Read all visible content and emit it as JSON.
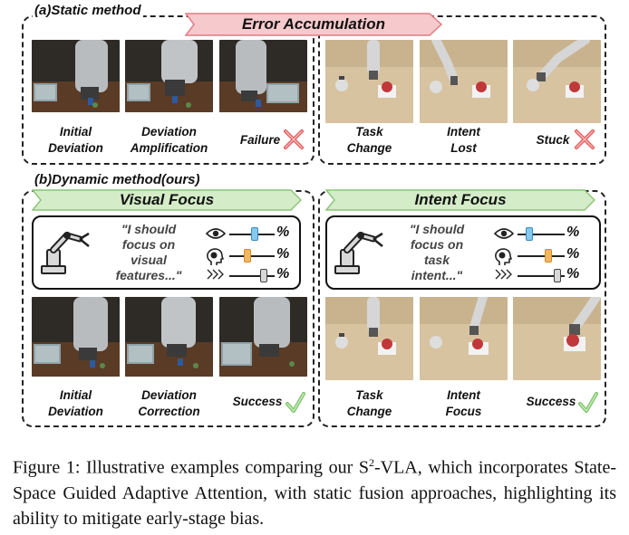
{
  "static_section": {
    "label": "(a)Static method",
    "banner": "Error Accumulation",
    "left_captions": [
      [
        "Initial",
        "Deviation"
      ],
      [
        "Deviation",
        "Amplification"
      ],
      [
        "Failure"
      ]
    ],
    "right_captions": [
      [
        "Task",
        "Change"
      ],
      [
        "Intent",
        "Lost"
      ],
      [
        "Stuck"
      ]
    ]
  },
  "dynamic_section": {
    "label": "(b)Dynamic method(ours)",
    "left_banner": "Visual Focus",
    "right_banner": "Intent Focus",
    "left_thought": [
      "\"I should",
      "focus on",
      "visual",
      "features...\""
    ],
    "right_thought": [
      "\"I should",
      "focus on",
      "task",
      "intent...\""
    ],
    "percent_symbol": "%",
    "left_levels": [
      0.55,
      0.4,
      0.75
    ],
    "right_levels": [
      0.25,
      0.65,
      0.85
    ],
    "left_captions": [
      [
        "Initial",
        "Deviation"
      ],
      [
        "Deviation",
        "Correction"
      ],
      [
        "Success"
      ]
    ],
    "right_captions": [
      [
        "Task",
        "Change"
      ],
      [
        "Intent",
        "Focus"
      ],
      [
        "Success"
      ]
    ]
  },
  "colors": {
    "error_banner": "#f6c9cc",
    "error_banner_stroke": "#e07c84",
    "focus_banner": "#d4ecc8",
    "focus_banner_stroke": "#8cc47c",
    "fail_mark": "#e05a5a",
    "success_mark": "#7cc46a",
    "knob_eye": "#86c8ee",
    "knob_brain": "#f4b660",
    "knob_arrow": "#d8d8d8"
  },
  "icons": [
    "eye-icon",
    "brain-head-icon",
    "chevron-arrows-icon",
    "robot-arm-icon",
    "cross-mark-icon",
    "check-mark-icon"
  ],
  "caption": {
    "prefix": "Figure 1: Illustrative examples comparing our S",
    "sup": "2",
    "suffix": "-VLA, which incorporates State-Space Guided Adaptive Attention, with static fusion approaches, highlighting its ability to mitigate early-stage bias."
  }
}
